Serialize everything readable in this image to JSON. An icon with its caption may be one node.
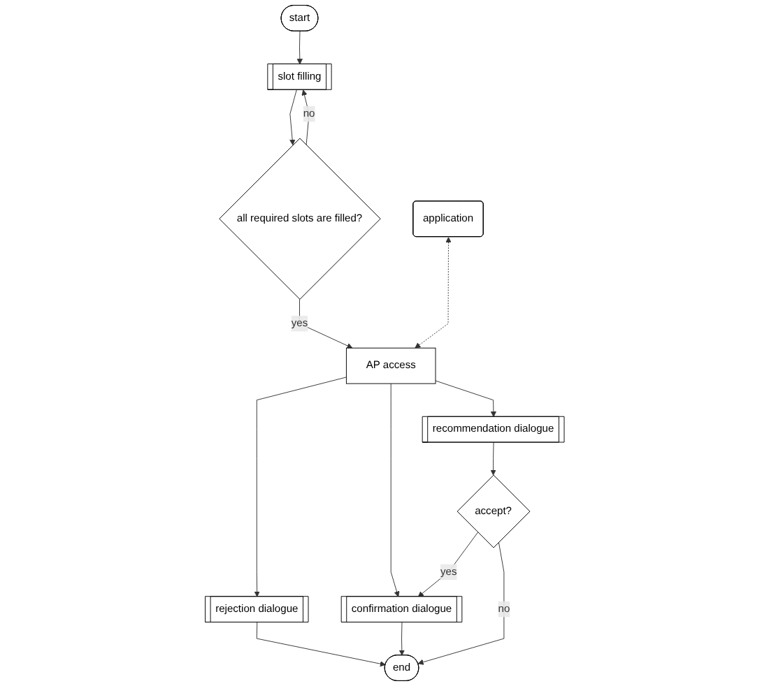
{
  "diagram": {
    "nodes": [
      {
        "text": [
          "start"
        ]
      },
      {
        "text": [
          "slot filling"
        ]
      },
      {
        "text": [
          "all required slots are filled?"
        ]
      },
      {
        "text": [
          "application"
        ]
      },
      {
        "text": [
          "AP access"
        ]
      },
      {
        "text": [
          "rejection dialogue"
        ]
      },
      {
        "text": [
          "confirmation dialogue"
        ]
      },
      {
        "text": [
          "recommendation dialogue"
        ]
      },
      {
        "text": [
          "accept?"
        ]
      },
      {
        "text": [
          "end"
        ]
      }
    ],
    "edges": [
      {
        "from": 0,
        "to": 1,
        "arrow": "to"
      },
      {
        "from": 1,
        "to": 2,
        "arrow": "to"
      },
      {
        "from": 2,
        "to": 1,
        "arrow": "to",
        "label": "no"
      },
      {
        "from": 2,
        "to": 4,
        "arrow": "to",
        "label": "yes"
      },
      {
        "from": 3,
        "to": 4,
        "arrow": "both",
        "style": "dashed"
      },
      {
        "from": 4,
        "to": 5,
        "arrow": "to"
      },
      {
        "from": 4,
        "to": 6,
        "arrow": "to"
      },
      {
        "from": 4,
        "to": 7,
        "arrow": "to"
      },
      {
        "from": 5,
        "to": 9,
        "arrow": "to"
      },
      {
        "from": 6,
        "to": 9,
        "arrow": "to"
      },
      {
        "from": 7,
        "to": 8,
        "arrow": "to"
      },
      {
        "from": 8,
        "to": 6,
        "arrow": "to",
        "label": "yes"
      },
      {
        "from": 8,
        "to": 9,
        "arrow": "to",
        "label": "no"
      }
    ]
  }
}
